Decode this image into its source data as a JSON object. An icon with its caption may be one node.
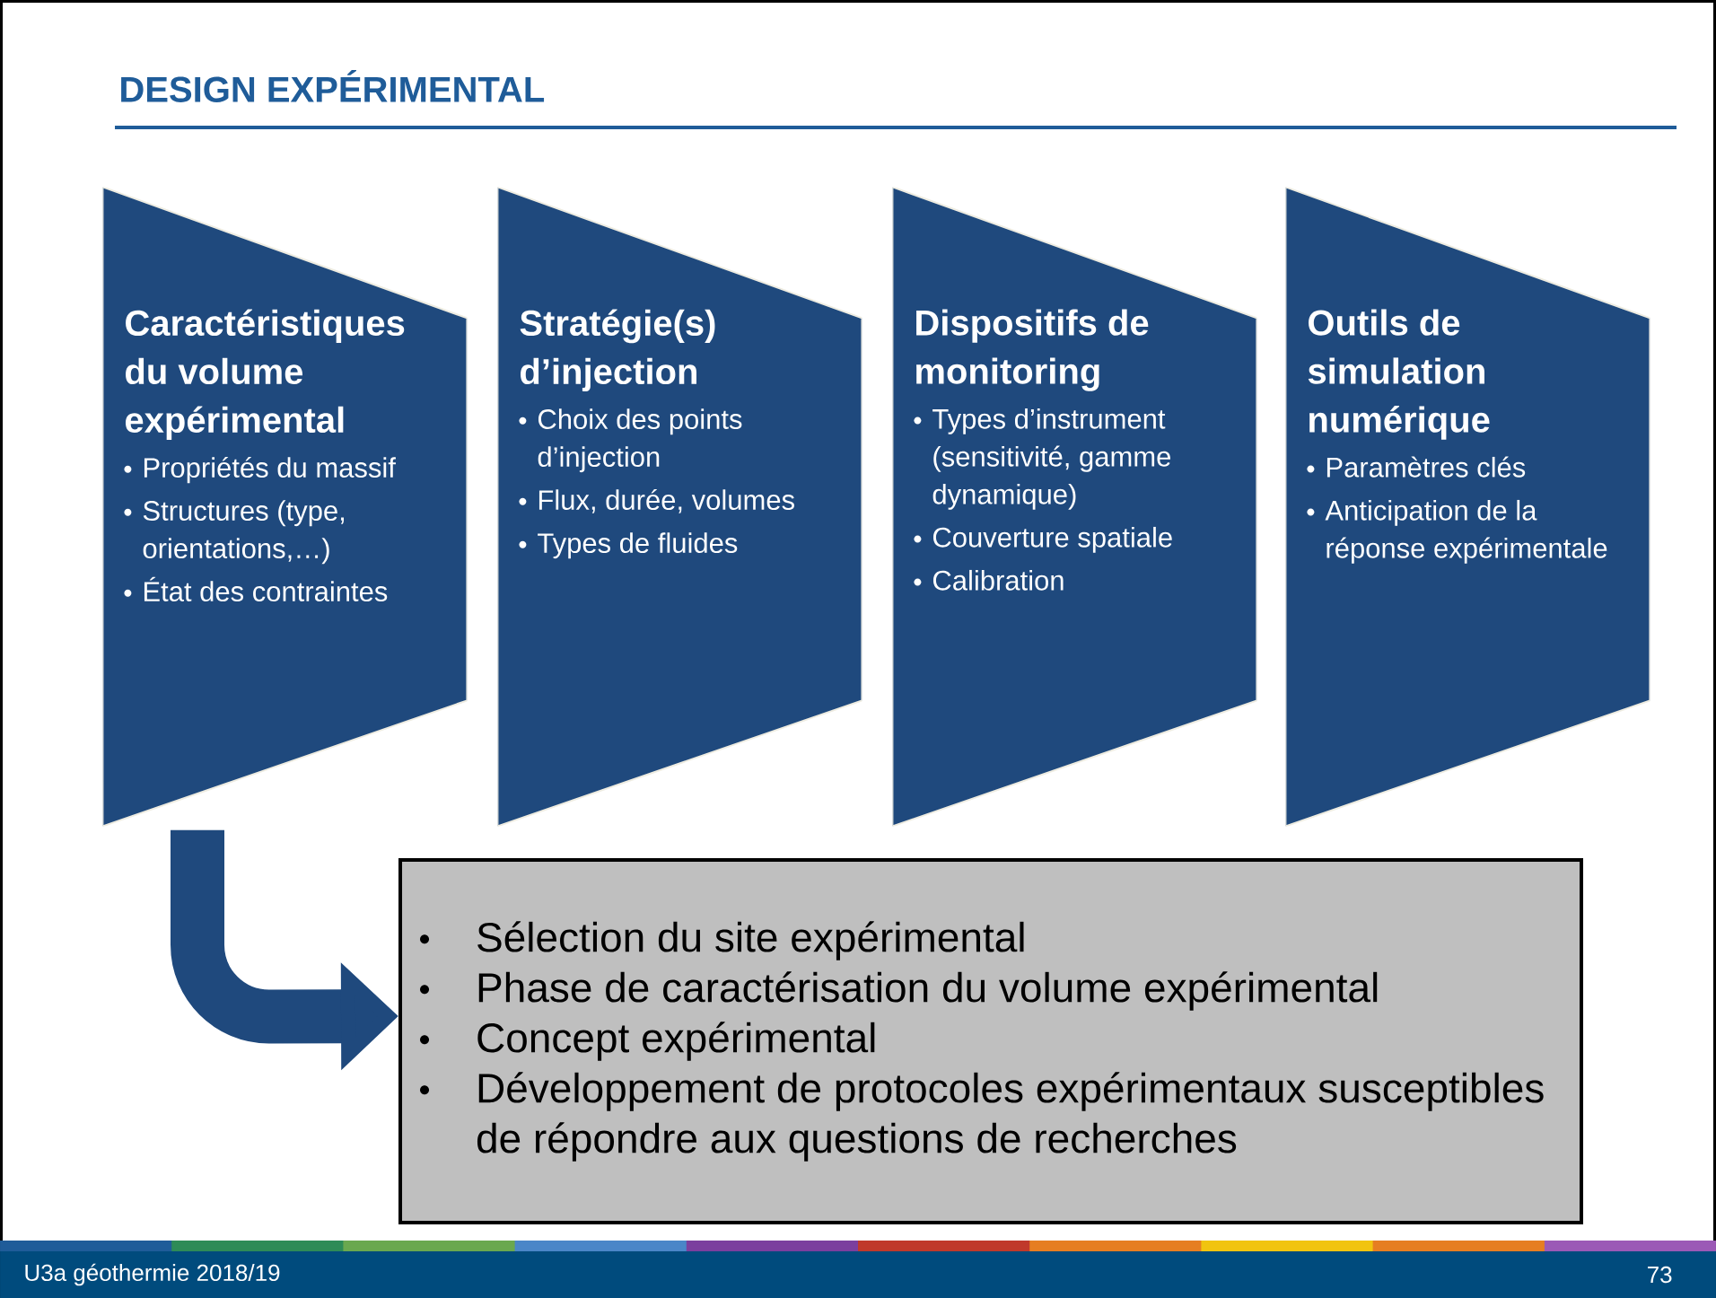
{
  "diagram": {
    "title": "DESIGN EXPÉRIMENTAL",
    "nodes": [
      {
        "text": [
          "Caractéristiques du volume expérimental",
          "Propriétés du massif",
          "Structures (type, orientations,…)",
          "État des contraintes"
        ]
      },
      {
        "text": [
          "Stratégie(s) d’injection",
          "Choix des points d’injection",
          "Flux, durée, volumes",
          "Types de fluides"
        ]
      },
      {
        "text": [
          "Dispositifs de monitoring",
          "Types d’instrument (sensitivité, gamme dynamique)",
          "Couverture spatiale",
          "Calibration"
        ]
      },
      {
        "text": [
          "Outils de simulation numérique",
          "Paramètres clés",
          "Anticipation de la réponse expérimentale"
        ]
      },
      {
        "text": [
          "Sélection du site expérimental",
          "Phase de caractérisation du volume expérimental",
          "Concept expérimental",
          "Développement de protocoles expérimentaux susceptibles de répondre aux questions de recherches"
        ]
      }
    ],
    "edges": [
      {
        "from": 0,
        "to": 4,
        "arrow": "to"
      }
    ],
    "labels": [
      "U3a géothermie 2018/19",
      "73"
    ]
  }
}
